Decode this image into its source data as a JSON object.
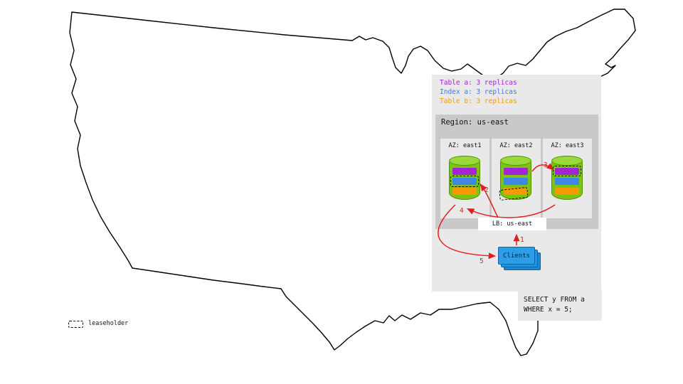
{
  "legend": {
    "entries": [
      {
        "label": "Table a: 3 replicas",
        "color": "#a224d4"
      },
      {
        "label": "Index a: 3 replicas",
        "color": "#3f7be0"
      },
      {
        "label": "Table b: 3 replicas",
        "color": "#f79a00"
      }
    ]
  },
  "region": {
    "label": "Region: us-east",
    "azs": [
      {
        "label": "AZ: east1",
        "leaseholder": "index-a"
      },
      {
        "label": "AZ: east2",
        "leaseholder": "table-b"
      },
      {
        "label": "AZ: east3",
        "leaseholder": "table-a"
      }
    ]
  },
  "replica_colors": {
    "table_a": "#a224d4",
    "index_a": "#3f87e5",
    "table_b": "#f79a00"
  },
  "cylinder": {
    "color": "#7cc414"
  },
  "lb": {
    "label": "LB: us-east"
  },
  "clients": {
    "label": "Clients",
    "color": "#2f9ce8"
  },
  "arrows": {
    "color": "#e01f1f",
    "steps": [
      "1",
      "2",
      "3",
      "4",
      "5"
    ]
  },
  "sql": {
    "lines": [
      "SELECT y FROM a",
      "WHERE x = 5;"
    ]
  },
  "leaseholder_legend": {
    "label": "leaseholder"
  }
}
